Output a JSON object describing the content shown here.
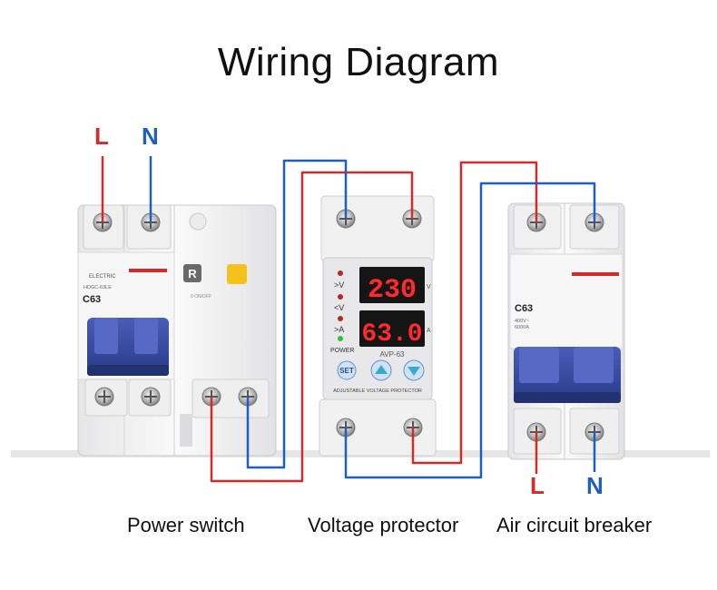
{
  "title": "Wiring Diagram",
  "colors": {
    "live_wire": "#d42a2a",
    "neutral_wire": "#1f5fc4",
    "lever": "#34469a",
    "display_led": "#ff2a2a"
  },
  "input_terminals": {
    "live": "L",
    "neutral": "N"
  },
  "output_terminals": {
    "live": "L",
    "neutral": "N"
  },
  "power_switch": {
    "label": "Power switch",
    "brand": "ELECTRIC",
    "model_line": "HDGC-63LE",
    "rating": "C63",
    "test_button": "R"
  },
  "voltage_protector": {
    "label": "Voltage protector",
    "model": "AVP-63",
    "voltage_reading": "230",
    "current_reading": "63.0",
    "voltage_unit": "V",
    "current_unit": "A",
    "indicator_over_voltage": ">V",
    "indicator_under_voltage": "<V",
    "indicator_over_current": ">A",
    "indicator_power": "POWER",
    "set_button": "SET",
    "footer_text": "ADJUSTABLE VOLTAGE PROTECTOR"
  },
  "air_circuit_breaker": {
    "label": "Air circuit breaker",
    "rating": "C63",
    "spec": "400V~",
    "breaking_capacity": "6000A"
  }
}
